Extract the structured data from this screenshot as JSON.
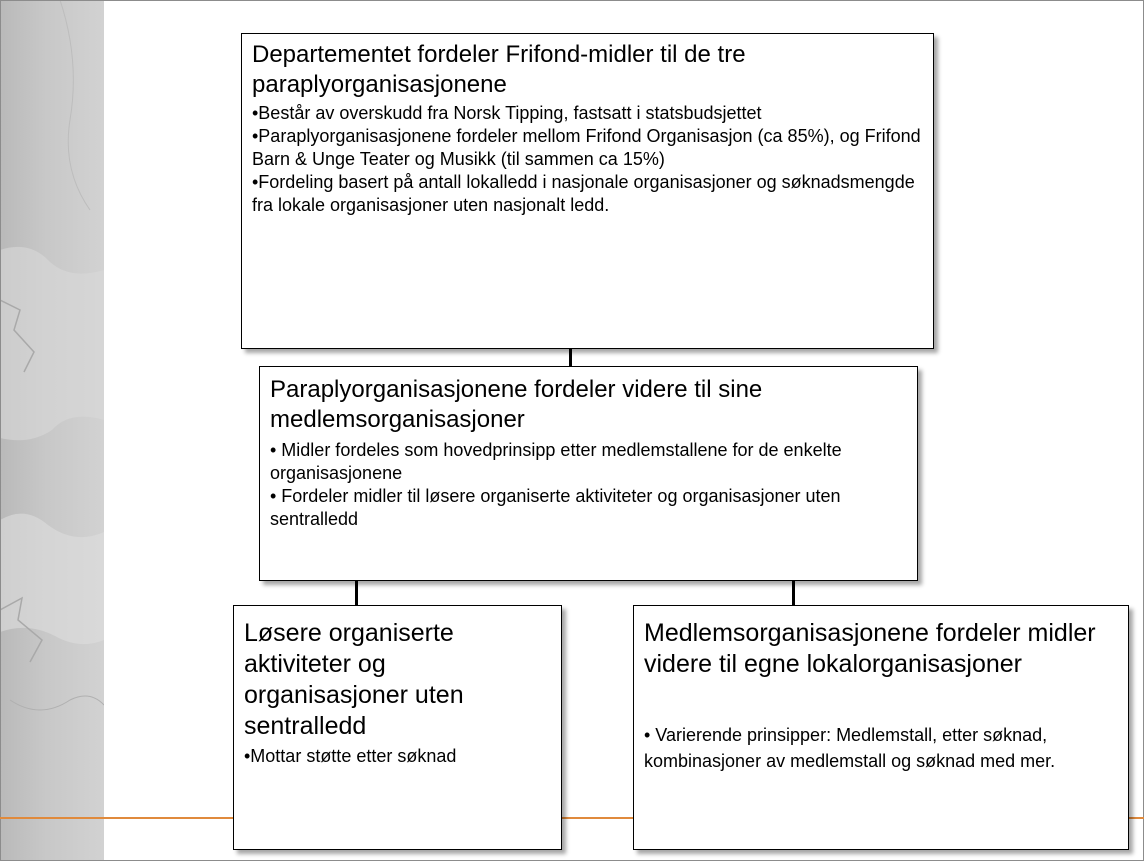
{
  "boxes": {
    "top": {
      "heading": "Departementet fordeler Frifond-midler til de tre paraplyorganisasjonene",
      "bullets": [
        "•Består av overskudd fra Norsk Tipping, fastsatt i statsbudsjettet",
        "•Paraplyorganisasjonene fordeler mellom Frifond Organisasjon (ca 85%), og Frifond Barn & Unge Teater og Musikk (til sammen ca 15%)",
        "•Fordeling basert på antall lokalledd i nasjonale organisasjoner og søknadsmengde fra lokale organisasjoner uten nasjonalt ledd."
      ]
    },
    "middle": {
      "heading": "Paraplyorganisasjonene fordeler videre til sine medlemsorganisasjoner",
      "bullets": [
        "• Midler fordeles som hovedprinsipp etter medlemstallene for de enkelte organisasjonene",
        "•  Fordeler midler til løsere organiserte aktiviteter og organisasjoner uten sentralledd"
      ]
    },
    "bottom_left": {
      "heading": "Løsere organiserte aktiviteter og organisasjoner uten sentralledd",
      "bullets": [
        "•Mottar støtte etter søknad"
      ]
    },
    "bottom_right": {
      "heading": "Medlemsorganisasjonene fordeler midler videre til egne lokalorganisasjoner",
      "bullets": [
        "• Varierende prinsipper: Medlemstall, etter søknad, kombinasjoner av medlemstall og søknad med mer."
      ]
    }
  },
  "colors": {
    "accent_line": "#e08a3c",
    "side_band": "#c4c4c4",
    "box_border": "#000000"
  }
}
